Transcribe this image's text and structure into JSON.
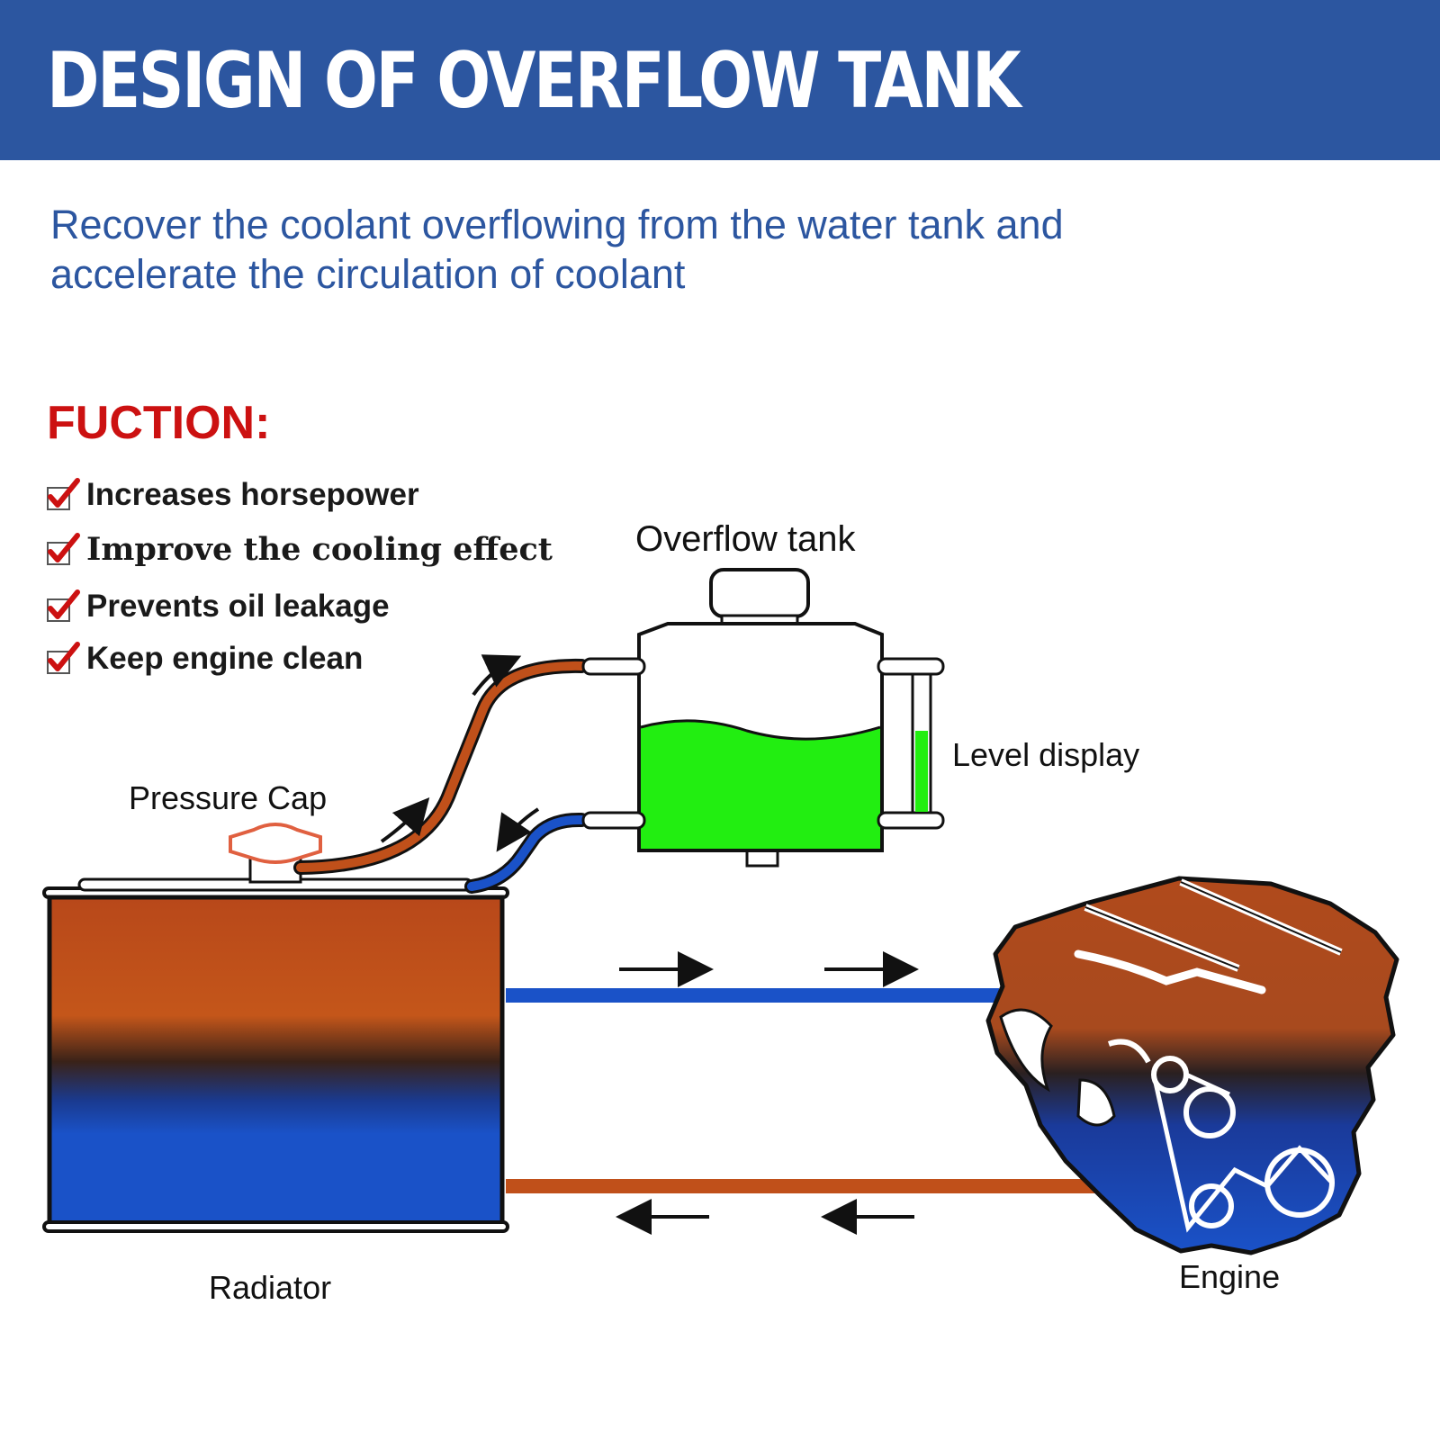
{
  "header": {
    "title": "DESIGN OF OVERFLOW TANK"
  },
  "subtitle": {
    "line1": "Recover the coolant overflowing from the water tank and",
    "line2": "accelerate the circulation of coolant"
  },
  "functions": {
    "heading": "FUCTION:",
    "items": [
      {
        "label": "Increases horsepower"
      },
      {
        "label": "Improve the cooling effect"
      },
      {
        "label": "Prevents oil leakage"
      },
      {
        "label": "Keep engine clean"
      }
    ]
  },
  "diagram": {
    "labels": {
      "overflow_tank": "Overflow tank",
      "level_display": "Level display",
      "pressure_cap": "Pressure Cap",
      "radiator": "Radiator",
      "engine": "Engine"
    },
    "colors": {
      "hot_coolant": "#c0501a",
      "cold_coolant": "#1a52c8",
      "tank_coolant": "#22ee11",
      "checkmark": "#cc1111",
      "banner": "#2c56a0"
    },
    "icons": [
      "checkmark-icon",
      "flow-arrow-icon"
    ]
  }
}
